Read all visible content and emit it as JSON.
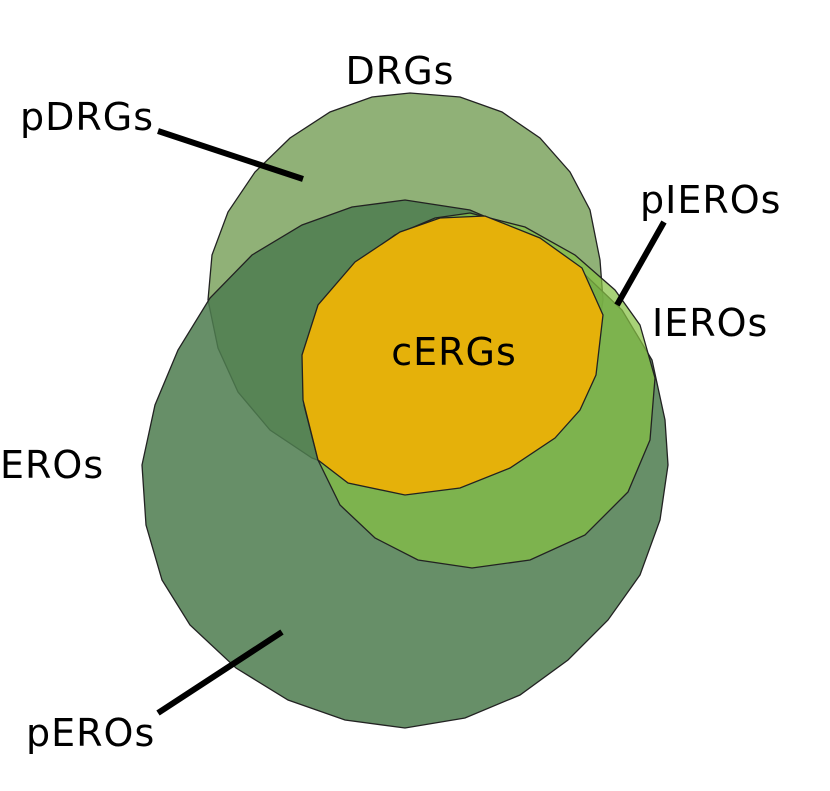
{
  "labels": {
    "drgs": "DRGs",
    "pdrgs": "pDRGs",
    "pieros": "pIEROs",
    "ieros": "IEROs",
    "cergs": "cERGs",
    "eros": "EROs",
    "peros": "pEROs"
  },
  "colors": {
    "drgs_fill": "#7ca35f",
    "eros_fill": "#4e7d4f",
    "ieros_fill": "#86c044",
    "cergs_fill": "#e5b10a",
    "outline": "#222222",
    "text": "#000000"
  }
}
